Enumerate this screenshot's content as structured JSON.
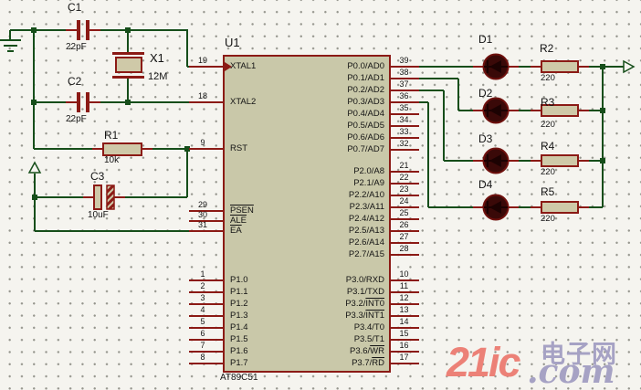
{
  "watermark": {
    "brand": "21ic",
    "suffix": "电子网",
    "script": ".com"
  },
  "schematic": {
    "parts": {
      "c1": {
        "ref": "C1",
        "value": "22pF"
      },
      "c2": {
        "ref": "C2",
        "value": "22pF"
      },
      "c3": {
        "ref": "C3",
        "value": "10uF"
      },
      "r1": {
        "ref": "R1",
        "value": "10k"
      },
      "x1": {
        "ref": "X1",
        "value": "12M"
      },
      "r2": {
        "ref": "R2",
        "value": "220"
      },
      "r3": {
        "ref": "R3",
        "value": "220"
      },
      "r4": {
        "ref": "R4",
        "value": "220"
      },
      "r5": {
        "ref": "R5",
        "value": "220"
      },
      "d1": {
        "ref": "D1"
      },
      "d2": {
        "ref": "D2"
      },
      "d3": {
        "ref": "D3"
      },
      "d4": {
        "ref": "D4"
      }
    },
    "chip": {
      "name": "U1",
      "device": "AT89C51",
      "left_pins": [
        {
          "num": "19",
          "label": "XTAL1"
        },
        {
          "num": "18",
          "label": "XTAL2"
        },
        {
          "num": "9",
          "label": "RST"
        },
        {
          "num": "29",
          "bar": "PSEN"
        },
        {
          "num": "30",
          "bar": "ALE"
        },
        {
          "num": "31",
          "bar": "EA"
        },
        {
          "num": "1",
          "label": "P1.0"
        },
        {
          "num": "2",
          "label": "P1.1"
        },
        {
          "num": "3",
          "label": "P1.2"
        },
        {
          "num": "4",
          "label": "P1.3"
        },
        {
          "num": "5",
          "label": "P1.4"
        },
        {
          "num": "6",
          "label": "P1.5"
        },
        {
          "num": "7",
          "label": "P1.6"
        },
        {
          "num": "8",
          "label": "P1.7"
        }
      ],
      "right_pins": [
        {
          "num": "39",
          "label": "P0.0/AD0"
        },
        {
          "num": "38",
          "label": "P0.1/AD1"
        },
        {
          "num": "37",
          "label": "P0.2/AD2"
        },
        {
          "num": "36",
          "label": "P0.3/AD3"
        },
        {
          "num": "35",
          "label": "P0.4/AD4"
        },
        {
          "num": "34",
          "label": "P0.5/AD5"
        },
        {
          "num": "33",
          "label": "P0.6/AD6"
        },
        {
          "num": "32",
          "label": "P0.7/AD7"
        },
        {
          "num": "21",
          "label": "P2.0/A8"
        },
        {
          "num": "22",
          "label": "P2.1/A9"
        },
        {
          "num": "23",
          "label": "P2.2/A10"
        },
        {
          "num": "24",
          "label": "P2.3/A11"
        },
        {
          "num": "25",
          "label": "P2.4/A12"
        },
        {
          "num": "26",
          "label": "P2.5/A13"
        },
        {
          "num": "27",
          "label": "P2.6/A14"
        },
        {
          "num": "28",
          "label": "P2.7/A15"
        },
        {
          "num": "10",
          "label": "P3.0/RXD"
        },
        {
          "num": "11",
          "label": "P3.1/TXD"
        },
        {
          "num": "12",
          "pre": "P3.2/",
          "bar": "INT0"
        },
        {
          "num": "13",
          "pre": "P3.3/",
          "bar": "INT1"
        },
        {
          "num": "14",
          "label": "P3.4/T0"
        },
        {
          "num": "15",
          "label": "P3.5/T1"
        },
        {
          "num": "16",
          "pre": "P3.6/",
          "bar": "WR"
        },
        {
          "num": "17",
          "pre": "P3.7/",
          "bar": "RD"
        }
      ]
    },
    "colors": {
      "wire": "#164e1a",
      "component": "#8b1a15",
      "chip_fill": "#c9c8a9",
      "watermark_red": "#ec8177",
      "watermark_gray": "#a6a2c4"
    }
  }
}
